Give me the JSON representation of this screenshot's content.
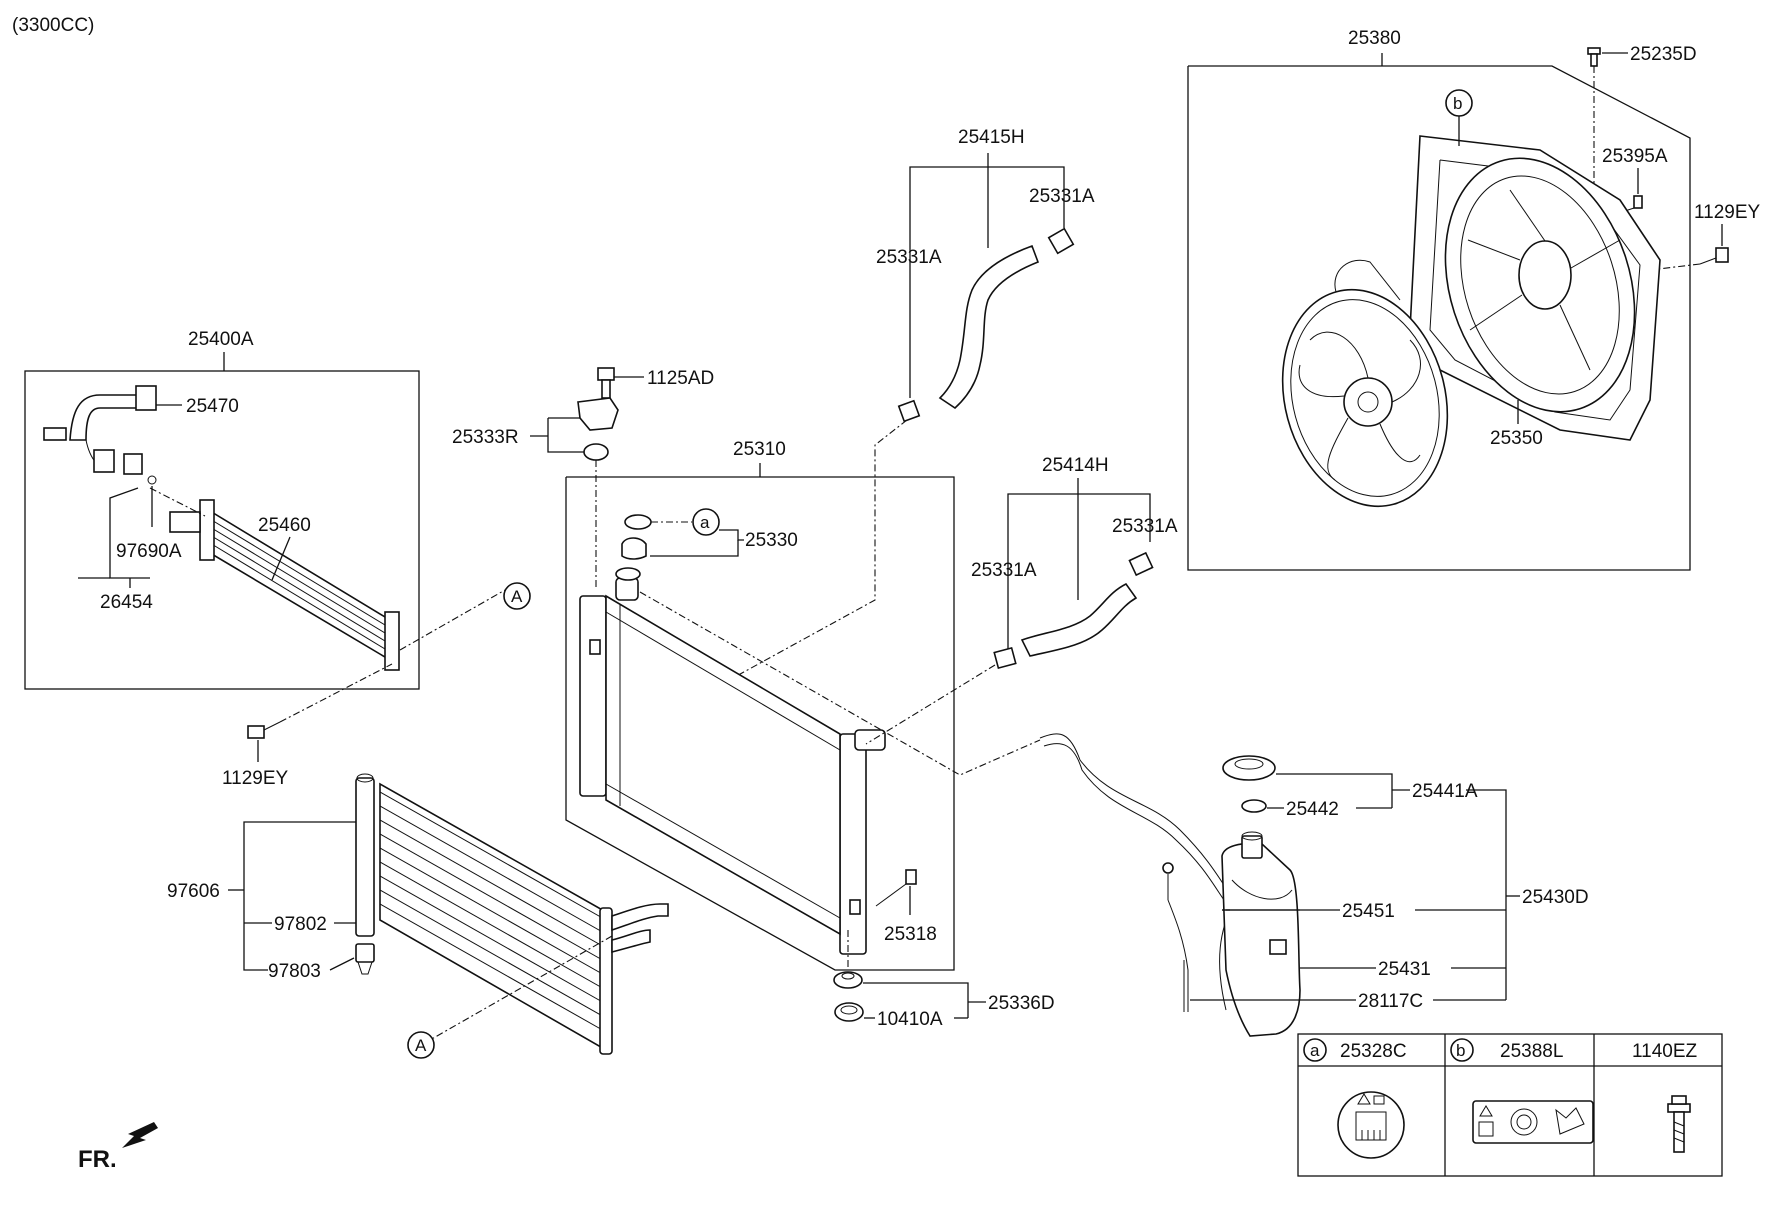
{
  "engine": "(3300CC)",
  "front_label": "FR.",
  "callouts": {
    "a": "a",
    "b": "b",
    "A": "A"
  },
  "labels": {
    "p25380": "25380",
    "p25235D": "25235D",
    "p25395A": "25395A",
    "p1129EY_fan": "1129EY",
    "p25350": "25350",
    "p25415H": "25415H",
    "p25331A_1": "25331A",
    "p25331A_2": "25331A",
    "p25400A": "25400A",
    "p25470": "25470",
    "p25460": "25460",
    "p97690A": "97690A",
    "p26454": "26454",
    "p1129EY_left": "1129EY",
    "p1125AD": "1125AD",
    "p25333R": "25333R",
    "p25310": "25310",
    "p25330": "25330",
    "p25414H": "25414H",
    "p25331A_3": "25331A",
    "p25331A_4": "25331A",
    "p25441A": "25441A",
    "p25442": "25442",
    "p25430D": "25430D",
    "p25451": "25451",
    "p25431": "25431",
    "p28117C": "28117C",
    "p97606": "97606",
    "p97802": "97802",
    "p97803": "97803",
    "p25318": "25318",
    "p25336D": "25336D",
    "p10410A": "10410A"
  },
  "legend": {
    "a_part": "25328C",
    "b_part": "25388L",
    "c_part": "1140EZ"
  }
}
